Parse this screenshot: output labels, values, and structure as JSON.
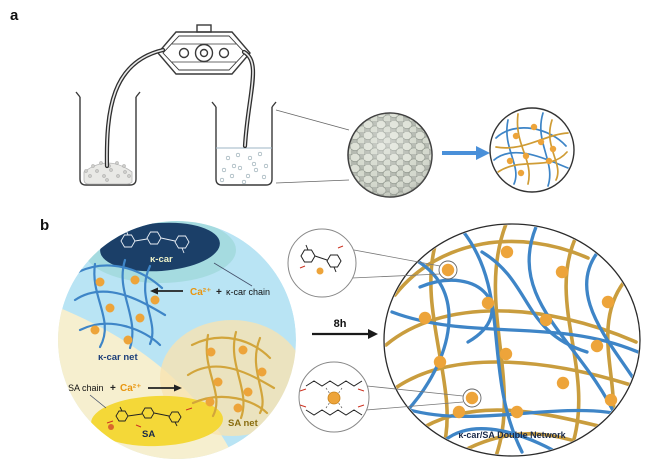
{
  "labels": {
    "panel_a": "a",
    "panel_b": "b",
    "kcar": "κ-car",
    "kcar_chain": "κ-car chain",
    "ca1": "Ca²⁺",
    "plus1": "+",
    "kcar_net": "κ-car net",
    "sa_chain": "SA chain",
    "plus2": "+",
    "ca2": "Ca²⁺",
    "sa_net": "SA net",
    "sa": "SA",
    "time": "8h",
    "double_network": "κ-car/SA Double Network"
  },
  "colors": {
    "kcar_curve_blue": "#3e85c7",
    "sa_curve_tan": "#c99d3e",
    "calcium_dot_orange": "#eda43a",
    "flow_arrow_blue": "#4a90d9",
    "region_light_blue": "#b9e4f4",
    "region_cream": "#f6efcf",
    "region_peach": "#f9e3b0",
    "kcar_ellipse_navy": "#1b3f68",
    "sa_ellipse_yellow": "#f4d838",
    "ca_text_orange": "#e8950f"
  }
}
